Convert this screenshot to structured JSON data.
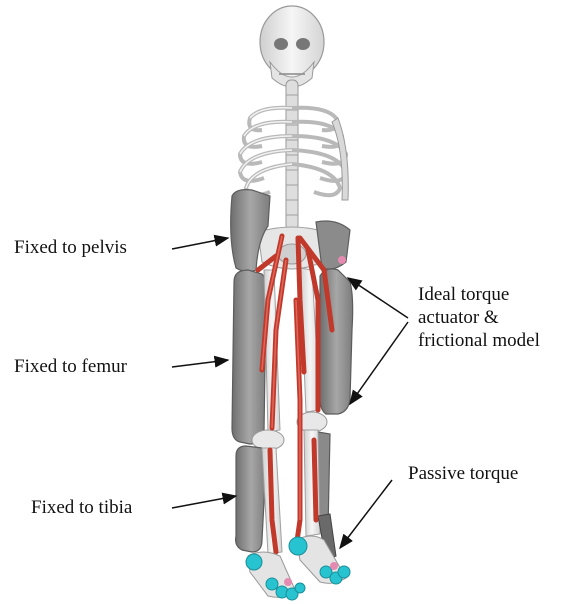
{
  "labels": {
    "pelvis": "Fixed to pelvis",
    "femur": "Fixed to femur",
    "tibia": "Fixed to tibia",
    "actuator": {
      "line1": "Ideal torque",
      "line2": "actuator &",
      "line3": "frictional model"
    },
    "passive": "Passive torque"
  },
  "colors": {
    "bone": "#e9e9e9",
    "shell": "#8f8f8f",
    "muscle": "#c0392b",
    "contact_spheres": "#27c3d0",
    "text": "#111111"
  }
}
